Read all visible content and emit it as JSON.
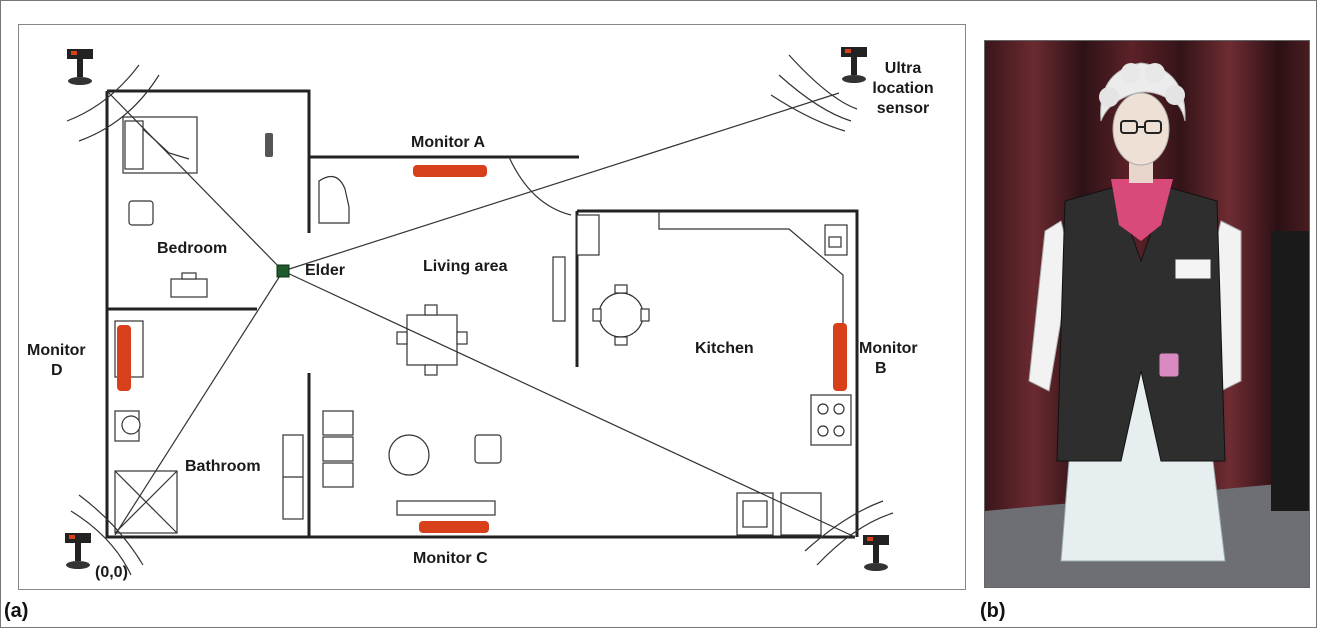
{
  "panel_a": {
    "letter": "(a)",
    "labels": {
      "monitor_a": "Monitor A",
      "monitor_b_1": "Monitor",
      "monitor_b_2": "B",
      "monitor_c": "Monitor C",
      "monitor_d_1": "Monitor",
      "monitor_d_2": "D",
      "sensor_1": "Ultra",
      "sensor_2": "location",
      "sensor_3": "sensor",
      "bedroom": "Bedroom",
      "elder": "Elder",
      "living_area": "Living area",
      "kitchen": "Kitchen",
      "bathroom": "Bathroom",
      "origin": "(0,0)"
    }
  },
  "panel_b": {
    "letter": "(b)"
  },
  "colors": {
    "monitor": "#d8401c",
    "elder_marker": "#1f5a2c",
    "curtain": "#5a2228",
    "vest": "#2e2e2e",
    "scarf": "#d94a7a"
  }
}
